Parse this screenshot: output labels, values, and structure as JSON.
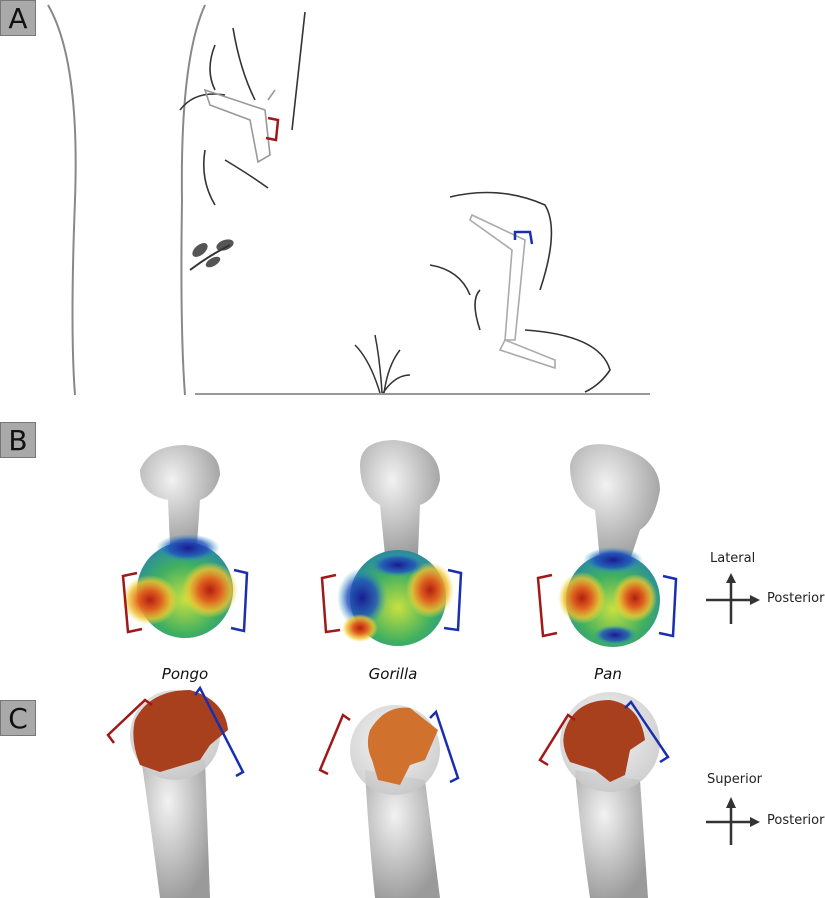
{
  "panels": {
    "a": "A",
    "b": "B",
    "c": "C"
  },
  "species": [
    "Pongo",
    "Gorilla",
    "Pan"
  ],
  "orientation_b": {
    "vertical": "Lateral",
    "horizontal": "Posterior"
  },
  "orientation_c": {
    "vertical": "Superior",
    "horizontal": "Posterior"
  },
  "colors": {
    "bracket_red": "#a01818",
    "bracket_blue": "#1a2fb0",
    "cap_pongo": "#a8401e",
    "cap_other": "#d0722e",
    "bone": "#d8d8d8"
  }
}
